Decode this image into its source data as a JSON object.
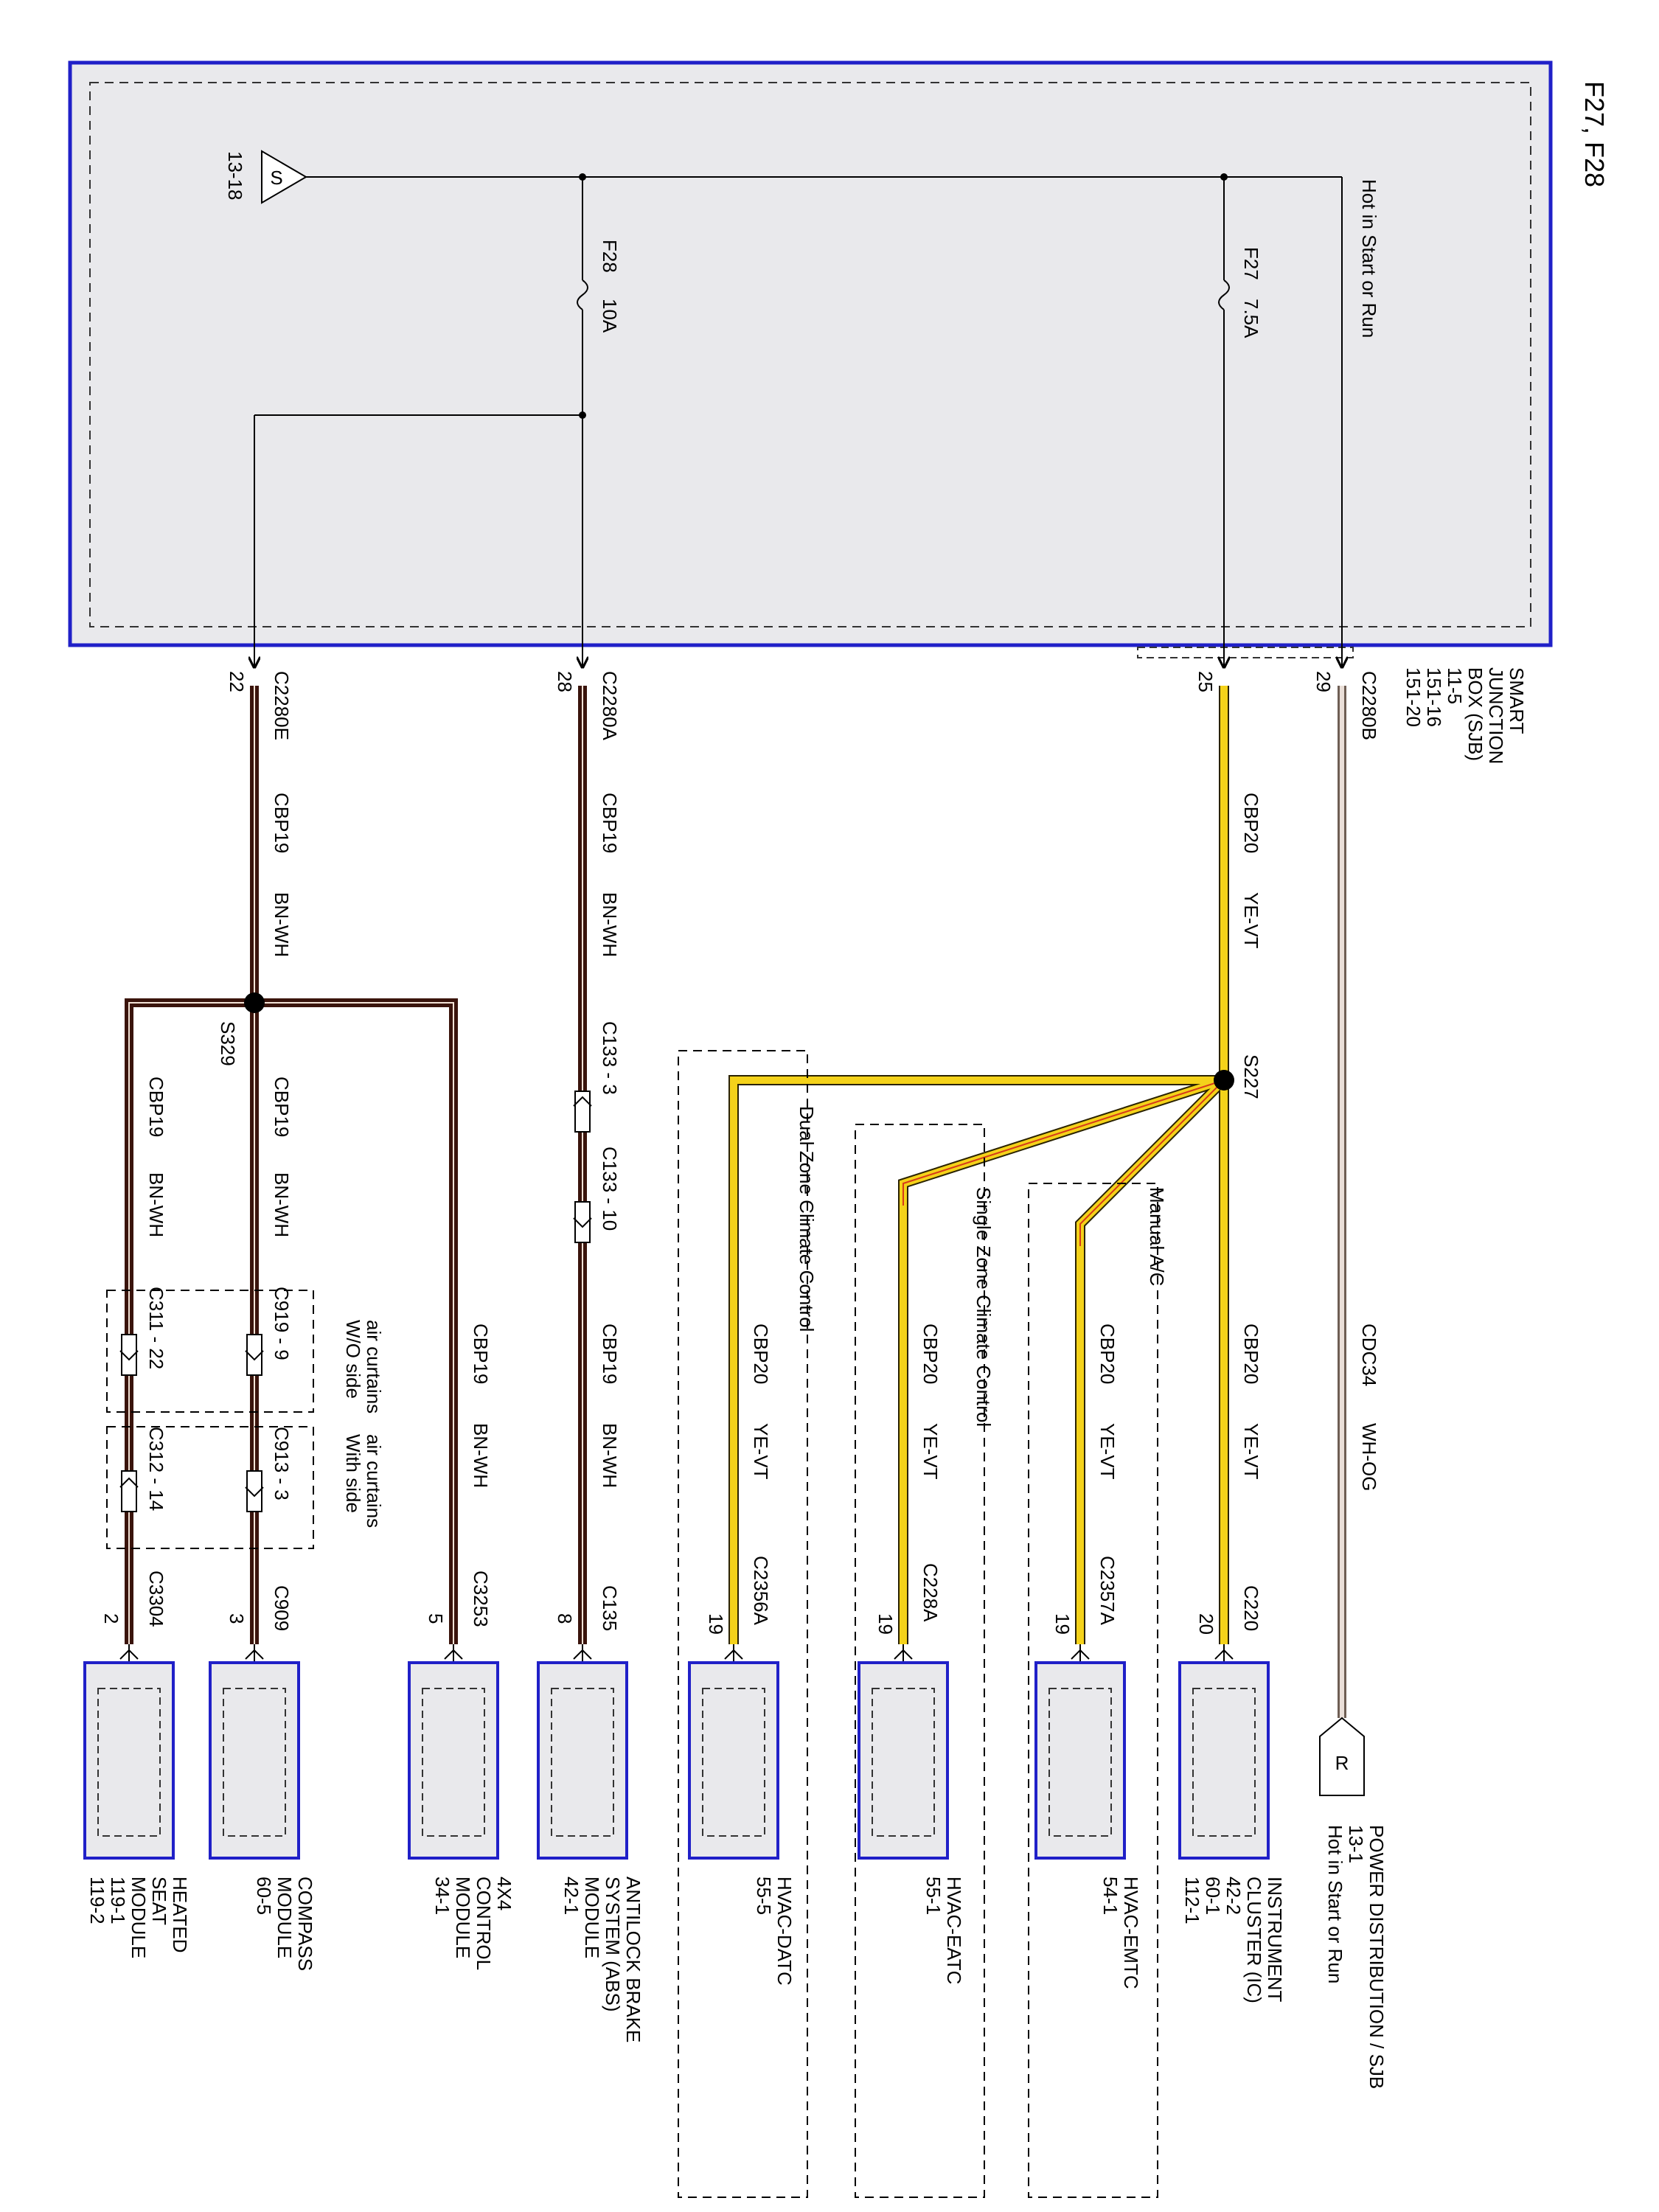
{
  "title": "F27, F28",
  "sjb": {
    "name_lines": [
      "SMART",
      "JUNCTION",
      "BOX (SJB)",
      "11-5",
      "151-16",
      "151-20"
    ],
    "hot_label": "Hot in Start or Run",
    "ground_ref": "13-18",
    "ground_symbol": "S",
    "fuse_f27": {
      "id": "F27",
      "rating": "7.5A"
    },
    "fuse_f28": {
      "id": "F28",
      "rating": "10A"
    }
  },
  "sjb_pins": [
    {
      "connector": "C2280B",
      "pin": "29"
    },
    {
      "connector": "",
      "pin": "25"
    },
    {
      "connector": "C2280A",
      "pin": "28"
    },
    {
      "connector": "C2280E",
      "pin": "22"
    }
  ],
  "splices": {
    "s227": "S227",
    "s329": "S329"
  },
  "wires": {
    "cdc34": {
      "circuit": "CDC34",
      "color": "WH-OG",
      "hex": "#d6c3b6"
    },
    "cbp20": {
      "circuit": "CBP20",
      "color": "YE-VT",
      "hex": "#f4d21a"
    },
    "cbp19": {
      "circuit": "CBP19",
      "color": "BN-WH",
      "hex": "#4a1e12"
    }
  },
  "options": {
    "manual_ac": "Manual A/C",
    "single_zone": "Single Zone Climate Control",
    "dual_zone": "Dual Zone Climate Control",
    "wo_side_curtains": [
      "W/O side",
      "air curtains"
    ],
    "with_side_curtains": [
      "With side",
      "air curtains"
    ]
  },
  "inline_connectors": {
    "c133_3": "C133 - 3",
    "c133_10": "C133 - 10",
    "c919_9": "C919 - 9",
    "c913_3": "C913 - 3",
    "c311_22": "C311 - 22",
    "c312_14": "C312 - 14"
  },
  "power_distribution": {
    "symbol": "R",
    "lines": [
      "POWER DISTRIBUTION / SJB",
      "13-1",
      "Hot in Start or Run"
    ]
  },
  "modules": [
    {
      "connector": "C220",
      "pin": "20",
      "lines": [
        "INSTRUMENT",
        "CLUSTER (IC)",
        "42-2",
        "60-1",
        "112-1"
      ]
    },
    {
      "connector": "C2357A",
      "pin": "19",
      "lines": [
        "HVAC-EMTC",
        "54-1"
      ]
    },
    {
      "connector": "C228A",
      "pin": "19",
      "lines": [
        "HVAC-EATC",
        "55-1"
      ]
    },
    {
      "connector": "C2356A",
      "pin": "19",
      "lines": [
        "HVAC-DATC",
        "55-5"
      ]
    },
    {
      "connector": "C135",
      "pin": "8",
      "lines": [
        "ANTILOCK BRAKE",
        "SYSTEM (ABS)",
        "MODULE",
        "42-1"
      ]
    },
    {
      "connector": "C3253",
      "pin": "5",
      "lines": [
        "4X4",
        "CONTROL",
        "MODULE",
        "34-1"
      ]
    },
    {
      "connector": "C909",
      "pin": "3",
      "lines": [
        "COMPASS",
        "MODULE",
        "60-5"
      ]
    },
    {
      "connector": "C3304",
      "pin": "2",
      "lines": [
        "HEATED",
        "SEAT",
        "MODULE",
        "119-1",
        "119-2"
      ]
    }
  ]
}
